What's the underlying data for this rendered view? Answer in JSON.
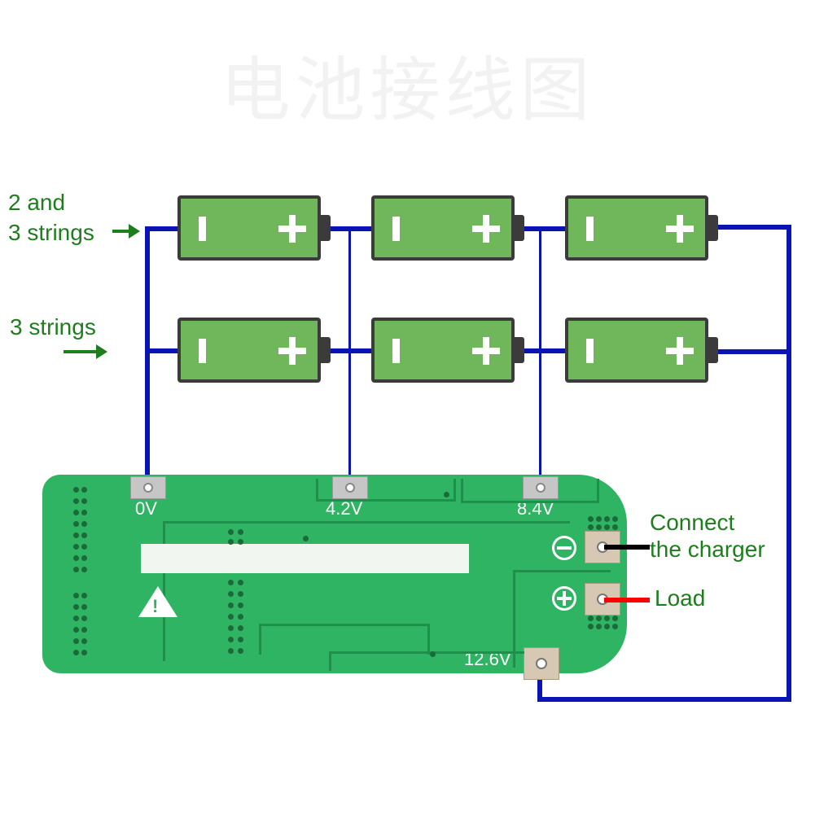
{
  "title": "电池接线图",
  "labels": {
    "left_top_line1": "2 and",
    "left_top_line2": "3 strings",
    "left_bottom": "3 strings",
    "charger_line1": "Connect",
    "charger_line2": "the charger",
    "load": "Load"
  },
  "board": {
    "pad_0v": "0V",
    "pad_4_2v": "4.2V",
    "pad_8_4v": "8.4V",
    "pad_12_6v": "12.6V"
  },
  "colors": {
    "wire": "#0a14b4",
    "battery_fill": "#6fb75a",
    "board": "#2fb463",
    "charger_lead": "#000000",
    "load_lead": "#ff0000",
    "label_text": "#1e7e1e"
  },
  "icons": [
    "battery-icon",
    "arrow-right-icon",
    "minus-circle-icon",
    "plus-circle-icon",
    "warning-icon"
  ]
}
